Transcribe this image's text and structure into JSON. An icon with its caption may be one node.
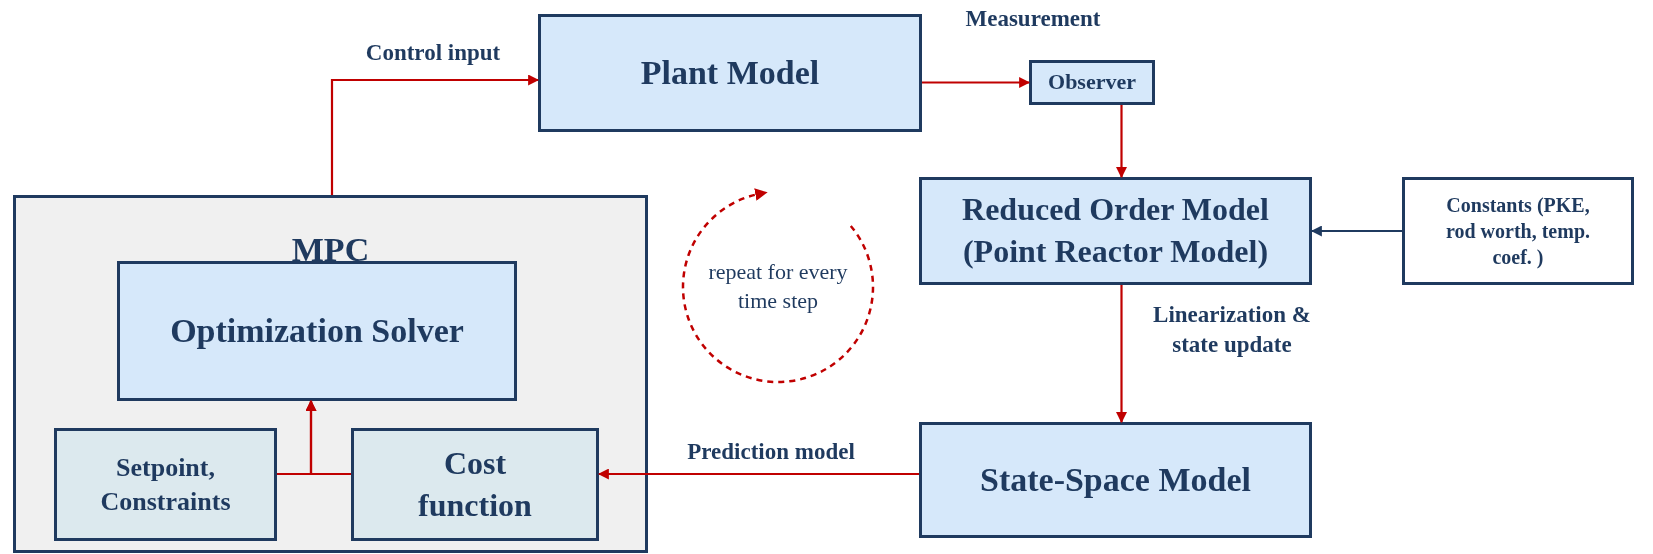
{
  "diagram": {
    "nodes": [
      {
        "text": [
          "Plant Model"
        ]
      },
      {
        "text": [
          "Observer"
        ]
      },
      {
        "text": [
          "Reduced Order Model (Point Reactor Model)"
        ]
      },
      {
        "text": [
          "Constants (PKE, rod worth, temp. coef. )"
        ]
      },
      {
        "text": [
          "State-Space Model"
        ]
      },
      {
        "text": [
          "MPC"
        ]
      },
      {
        "text": [
          "Optimization Solver"
        ],
        "in": 5
      },
      {
        "text": [
          "Setpoint, Constraints"
        ],
        "in": 5
      },
      {
        "text": [
          "Cost function"
        ],
        "in": 5
      }
    ],
    "edges": [
      {
        "from": 5,
        "to": 0,
        "arrow": "to",
        "label": "Control input"
      },
      {
        "from": 0,
        "to": 1,
        "arrow": "to",
        "label": "Measurement"
      },
      {
        "from": 1,
        "to": 2,
        "arrow": "to"
      },
      {
        "from": 3,
        "to": 2,
        "arrow": "to",
        "color": "#1f3a5f"
      },
      {
        "from": 2,
        "to": 4,
        "arrow": "to",
        "label": "Linearization & state update"
      },
      {
        "from": 4,
        "to": 8,
        "arrow": "to",
        "label": "Prediction model"
      },
      {
        "from": 7,
        "to": 6,
        "arrow": "to"
      },
      {
        "from": 8,
        "to": 6,
        "arrow": "to"
      }
    ],
    "labels": [
      "repeat for every time step"
    ]
  }
}
